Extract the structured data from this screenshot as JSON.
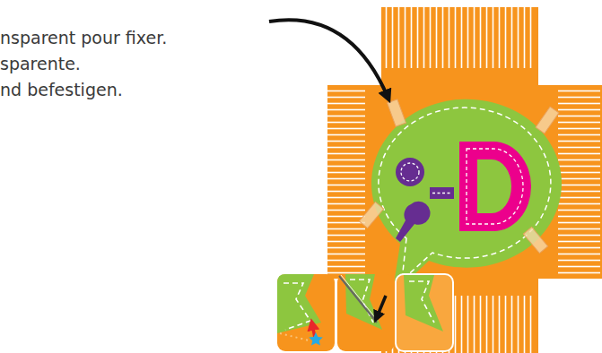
{
  "diagram": {
    "labels": [
      "nsparent pour fixer.",
      "sparente.",
      "nd befestigen."
    ]
  }
}
